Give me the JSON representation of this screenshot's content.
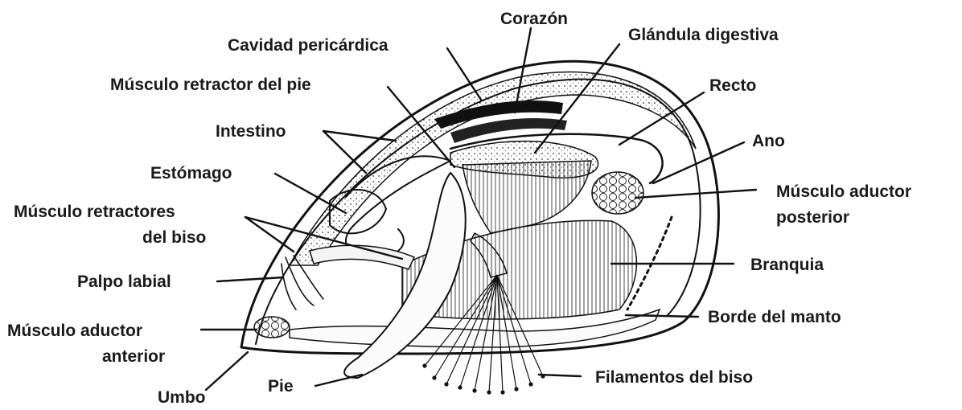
{
  "labels": {
    "corazon": "Corazón",
    "cavidad": "Cavidad pericárdica",
    "glandula": "Glándula digestiva",
    "retractor_pie": "Músculo retractor del pie",
    "recto": "Recto",
    "intestino": "Intestino",
    "ano": "Ano",
    "estomago": "Estómago",
    "aductor_post_1": "Músculo aductor",
    "aductor_post_2": "posterior",
    "retractores_biso_1": "Músculo retractores",
    "retractores_biso_2": "del biso",
    "palpo": "Palpo labial",
    "branquia": "Branquia",
    "aductor_ant_1": "Músculo aductor",
    "aductor_ant_2": "anterior",
    "borde_manto": "Borde del manto",
    "umbo": "Umbo",
    "pie": "Pie",
    "filamentos": "Filamentos del biso"
  },
  "colors": {
    "ink": "#111111",
    "background": "#ffffff"
  }
}
